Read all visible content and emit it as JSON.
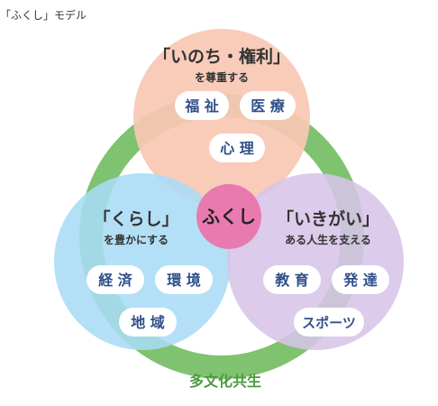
{
  "caption": "「ふくし」モデル",
  "bottom_label": "多文化共生",
  "center_label": "ふくし",
  "top": {
    "title": "「いのち・権利」",
    "subtitle": "を尊重する",
    "items": [
      "福 祉",
      "医 療",
      "心 理"
    ]
  },
  "left": {
    "title": "「くらし」",
    "subtitle": "を豊かにする",
    "items": [
      "経 済",
      "環 境",
      "地 域"
    ]
  },
  "right": {
    "title": "「いきがい」",
    "subtitle": "ある人生を支える",
    "items": [
      "教 育",
      "発 達",
      "スポーツ"
    ]
  },
  "colors": {
    "ring": "#7fc26f",
    "top_circle": "#f9c8b4",
    "left_circle": "#a9dcf6",
    "right_circle": "#d7c4e8",
    "center": "#e97ab0",
    "pill_text": "#30508a",
    "bottom_text": "#4a9a40"
  }
}
